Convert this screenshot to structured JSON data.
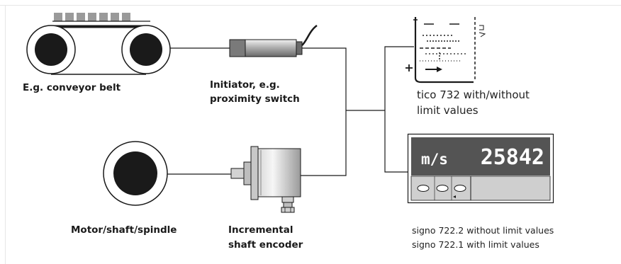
{
  "labels": {
    "conveyor": "E.g. conveyor belt",
    "initiator_line1": "Initiator, e.g.",
    "initiator_line2": "proximity switch",
    "motor": "Motor/shaft/spindle",
    "encoder_line1": "Incremental",
    "encoder_line2": "shaft encoder",
    "tico_line1": "tico 732 with/without",
    "tico_line2": "limit values",
    "signo_line1": "signo 722.2 without limit values",
    "signo_line2": "signo 722.1 with limit values"
  },
  "display": {
    "unit": "m/s",
    "value": "25842"
  },
  "colors": {
    "wheel_fill": "#1a1a1a",
    "belt_blocks": "#9a9a9a",
    "panel": "#545454",
    "frame": "#e6e6e6",
    "line": "#1a1a1a"
  }
}
